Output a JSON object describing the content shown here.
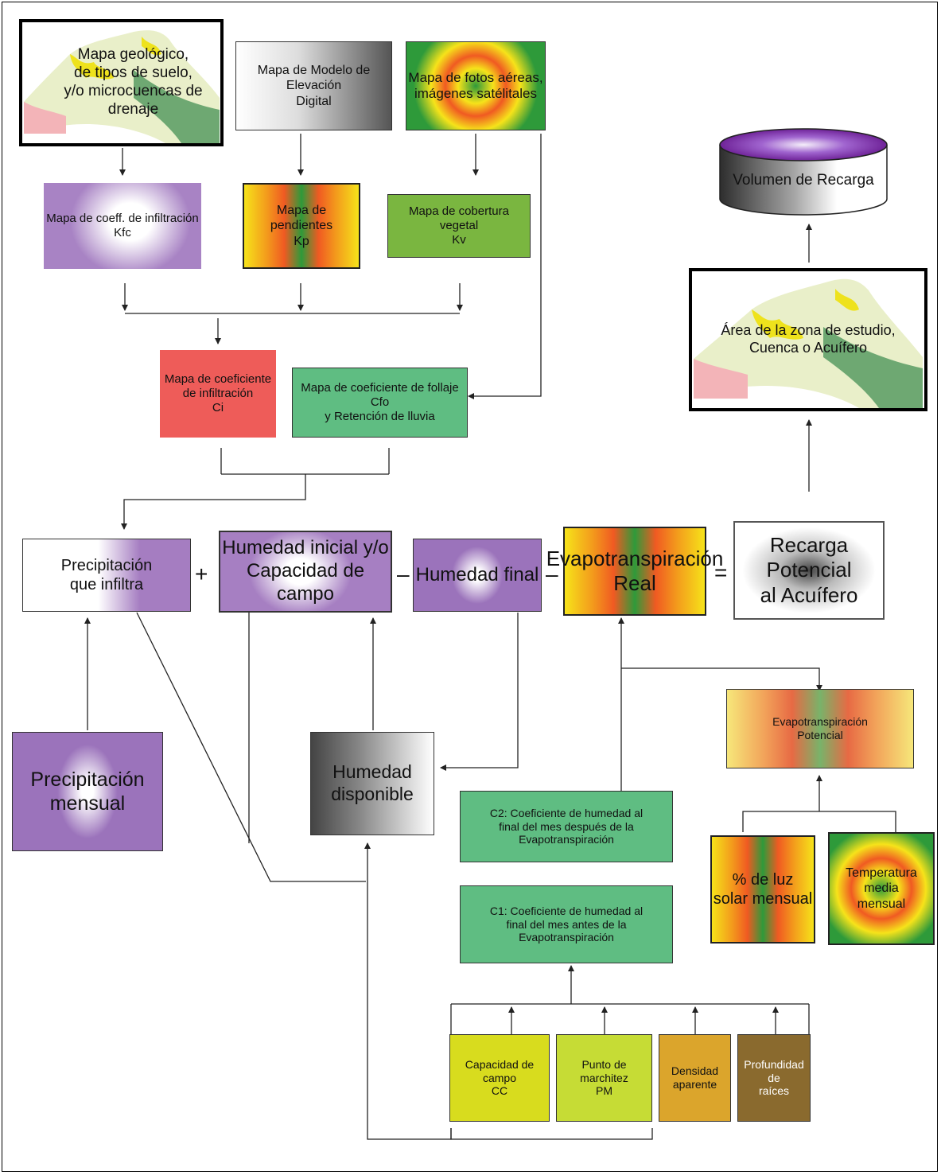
{
  "boxes": {
    "mapa_geologico": "Mapa geológico,\nde tipos de suelo,\ny/o microcuencas de drenaje",
    "mapa_dem": "Mapa de Modelo de Elevación\nDigital",
    "mapa_fotos": "Mapa de fotos aéreas,\nimágenes satélitales",
    "mapa_coeff_infiltracion": "Mapa de coeff. de infiltración\nKfc",
    "mapa_pendientes": "Mapa de pendientes\nKp",
    "mapa_cobertura": "Mapa de cobertura vegetal\nKv",
    "mapa_coef_ci": "Mapa de coeficiente\nde infiltración\nCi",
    "mapa_follaje": "Mapa de coeficiente de follaje Cfo\ny Retención de lluvia",
    "precipitacion_infiltra": "Precipitación\nque infiltra",
    "humedad_inicial": "Humedad inicial y/o\nCapacidad de campo",
    "humedad_final": "Humedad final",
    "etr": "Evapotranspiración\nReal",
    "recarga_potencial": "Recarga Potencial\nal Acuífero",
    "volumen_recarga": "Volumen de Recarga",
    "area_estudio": "Área de la zona de estudio,\nCuenca o Acuífero",
    "precipitacion_mensual": "Precipitación\nmensual",
    "humedad_disponible": "Humedad\ndisponible",
    "etp": "Evapotranspiración\nPotencial",
    "c2": "C2: Coeficiente de humedad al\nfinal del mes después de la Evapotranspiración",
    "c1": "C1: Coeficiente de humedad al\nfinal del mes antes de la Evapotranspiración",
    "luz_solar": "% de luz\nsolar mensual",
    "temperatura": "Temperatura media\nmensual",
    "capacidad_campo": "Capacidad de campo\nCC",
    "punto_marchitez": "Punto de marchitez\nPM",
    "densidad": "Densidad\naparente",
    "profundidad": "Profundidad de\nraíces"
  },
  "operators": {
    "plus": "+",
    "minus1": "–",
    "minus2": "–",
    "equals": "="
  },
  "colors": {
    "green_box": "#5fbd82",
    "red_box": "#ee5c59",
    "purple": "#a883c4",
    "capacidad": "#d8dc1e",
    "marchitez": "#c6dc35",
    "densidad": "#dba52c",
    "profundidad": "#8a6a2e"
  },
  "icons": {
    "map_thumbnail": "basin-map-icon",
    "cylinder": "cylinder-icon"
  }
}
